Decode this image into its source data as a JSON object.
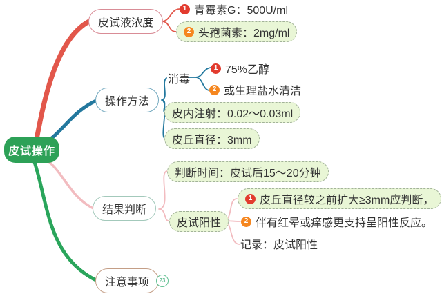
{
  "root": {
    "label": "皮试操作"
  },
  "branches": {
    "concentration": {
      "label": "皮试液浓度",
      "items": [
        {
          "badge": "1",
          "text": "青霉素G：500U/ml"
        },
        {
          "badge": "2",
          "text": "头孢菌素：2mg/ml"
        }
      ]
    },
    "method": {
      "label": "操作方法",
      "disinfect": {
        "label": "消毒",
        "items": [
          {
            "badge": "1",
            "text": "75%乙醇"
          },
          {
            "badge": "2",
            "text": "或生理盐水清洁"
          }
        ]
      },
      "injection": "皮内注射：0.02～0.03ml",
      "wheal": "皮丘直径：3mm"
    },
    "judgement": {
      "label": "结果判断",
      "time": "判断时间：皮试后15～20分钟",
      "positive": {
        "label": "皮试阳性",
        "items": [
          {
            "badge": "1",
            "text": "皮丘直径较之前扩大≥3mm应判断，"
          },
          {
            "badge": "2",
            "text": "伴有红晕或痒感更支持呈阳性反应。"
          }
        ],
        "record": "记录：皮试阳性"
      }
    },
    "notes": {
      "label": "注意事项",
      "collapsed_count": "23"
    }
  },
  "colors": {
    "center_bg": "#2DA157",
    "branch_concentration": "#E2574B",
    "branch_method": "#23789E",
    "branch_judgement": "#F2BCC0",
    "branch_notes": "#2AA55B",
    "highlight_bg": "#E9F6D6",
    "badge_red": "#E23B2E",
    "badge_orange": "#F5861F"
  }
}
